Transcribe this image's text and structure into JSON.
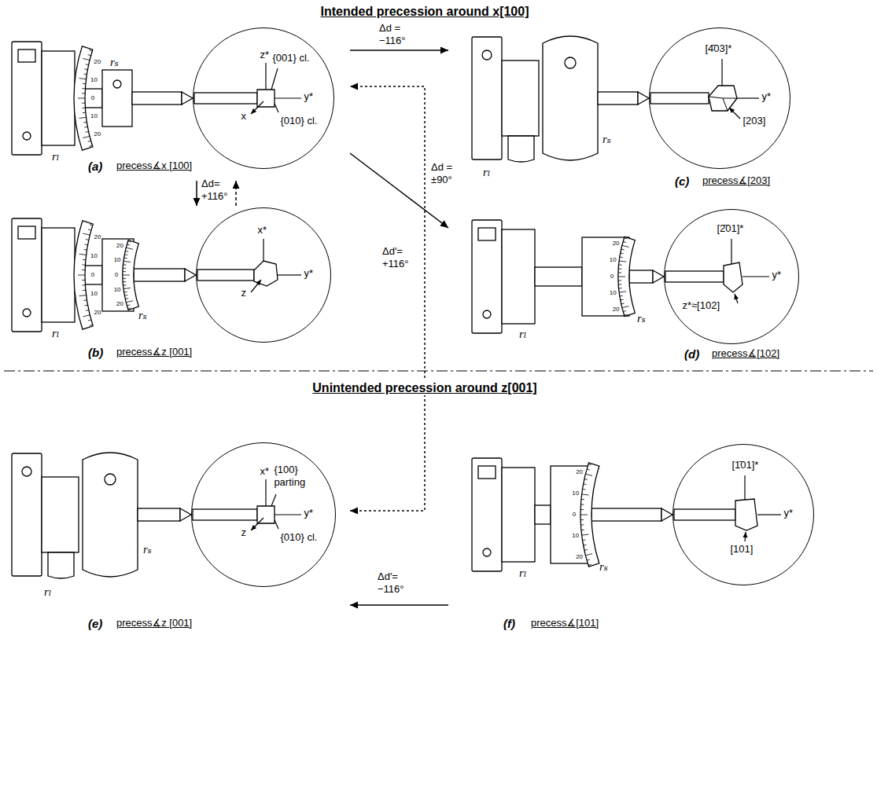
{
  "diagram": {
    "title": "Intended precession around x[100]",
    "nodes": [
      {
        "text": [
          "(a)",
          "precess∡x [100]"
        ]
      },
      {
        "text": [
          "z*",
          "{001} cl.",
          "y*",
          "x",
          "{010} cl."
        ],
        "in": 0
      },
      {
        "text": [
          "(c)",
          "precess∡[203]"
        ]
      },
      {
        "text": [
          "[4̄03]*",
          "[203]",
          "y*"
        ],
        "in": 2
      },
      {
        "text": [
          "(b)",
          "precess∡z [001]"
        ]
      },
      {
        "text": [
          "x*",
          "y*",
          "z"
        ],
        "in": 4
      },
      {
        "text": [
          "(d)",
          "precess∡[102]"
        ]
      },
      {
        "text": [
          "[2̄01]*",
          "y*",
          "z*≈[102]"
        ],
        "in": 6
      },
      {
        "text": [
          "(e)",
          "precess∡z [001]"
        ]
      },
      {
        "text": [
          "x*",
          "{100} parting",
          "y*",
          "z",
          "{010} cl."
        ],
        "in": 8
      },
      {
        "text": [
          "(f)",
          "precess∡[101]"
        ]
      },
      {
        "text": [
          "[1̄01]*",
          "y*",
          "[101]"
        ],
        "in": 10
      }
    ],
    "edges": [
      {
        "from": 0,
        "to": 4,
        "arrow": "to",
        "label": "Δd= +116°"
      },
      {
        "from": 4,
        "to": 0,
        "arrow": "to"
      },
      {
        "from": 0,
        "to": 2,
        "arrow": "to",
        "label": "Δd = −116°"
      },
      {
        "from": 0,
        "to": 6,
        "arrow": "to",
        "label": "Δd = ±90°"
      },
      {
        "from": 8,
        "to": 0,
        "arrow": "both",
        "label": "Δd′= +116°"
      },
      {
        "from": 10,
        "to": 8,
        "arrow": "to",
        "label": "Δd′= −116°"
      }
    ],
    "labels": [
      "Unintended precession around z[001]",
      "rₛ",
      "rₗ",
      "rₗ",
      "rₛ",
      "rₛ",
      "rₗ",
      "rₗ",
      "rₛ",
      "rₗ",
      "rₛ",
      "rₗ",
      "rₛ",
      "20",
      "10",
      "0",
      "10",
      "20",
      "20",
      "10",
      "0",
      "10",
      "20",
      "20",
      "10",
      "0",
      "10",
      "20",
      "20",
      "10",
      "0",
      "10",
      "20",
      "20",
      "10",
      "0",
      "10",
      "20"
    ]
  }
}
